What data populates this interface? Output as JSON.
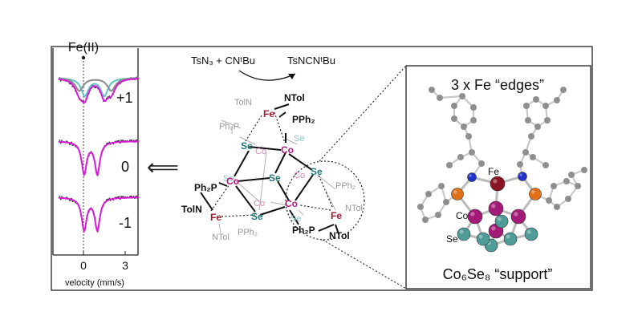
{
  "moss": {
    "title": "Fe(II)",
    "xaxis_label": "velocity (mm/s)",
    "ticks": [
      "0",
      "3"
    ],
    "panel_labels": [
      "+1",
      "0",
      "-1"
    ],
    "colors": {
      "fit": "#d81ad8",
      "component": "#5fc3c3",
      "data": "#333333"
    }
  },
  "arrow": {
    "symbol": "⟸"
  },
  "reaction": {
    "reactant": "TsN₃ + CNᵗBu",
    "product": "TsNCNᵗBu"
  },
  "scheme": {
    "atom_labels": {
      "fe": "Fe",
      "co": "Co",
      "se": "Se",
      "ntol": "NTol",
      "toln": "TolN",
      "pph2": "PPh₂",
      "ph2p": "Ph₂P"
    },
    "colors": {
      "fe": "#9c1b2c",
      "co": "#b5177a",
      "se": "#1f7a78",
      "ligand": "#111111",
      "faded": "#9a9a9a"
    }
  },
  "structure": {
    "title": "3 x Fe “edges”",
    "subtitle": "Co₆Se₈ “support”",
    "labels": {
      "fe": "Fe",
      "co": "Co",
      "se": "Se"
    },
    "colors": {
      "fe": "#8a1424",
      "co": "#a31a78",
      "se": "#4f9b97",
      "n": "#2233cc",
      "p": "#e0701a",
      "c": "#8f8f8f"
    }
  }
}
